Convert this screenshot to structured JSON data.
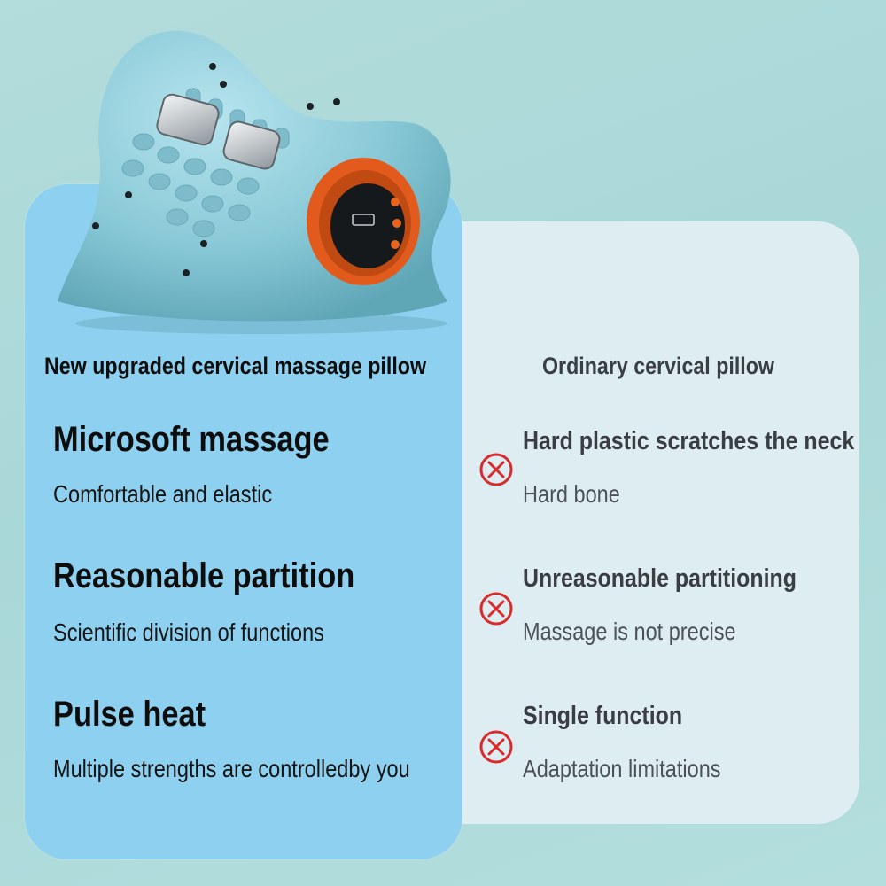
{
  "left_column": {
    "heading": "New upgraded cervical massage pillow",
    "features": [
      {
        "title": "Microsoft massage",
        "desc": "Comfortable and elastic"
      },
      {
        "title": "Reasonable partition",
        "desc": "Scientific division of functions"
      },
      {
        "title": "Pulse heat",
        "desc": "Multiple strengths are controlledby you"
      }
    ]
  },
  "right_column": {
    "heading": "Ordinary cervical pillow",
    "items": [
      {
        "title": "Hard plastic scratches the neck",
        "desc": "Hard bone",
        "icon": "x-circle-icon"
      },
      {
        "title": "Unreasonable partitioning",
        "desc": "Massage is not precise",
        "icon": "x-circle-icon"
      },
      {
        "title": "Single function",
        "desc": "Adaptation limitations",
        "icon": "x-circle-icon"
      }
    ]
  },
  "colors": {
    "left_panel": "#8ed0ef",
    "right_panel": "#deedf1",
    "background": "#b3dcdc",
    "x_icon": "#d92b2b",
    "pillow": "#8fcfdc",
    "control_ring": "#e65a1e"
  }
}
